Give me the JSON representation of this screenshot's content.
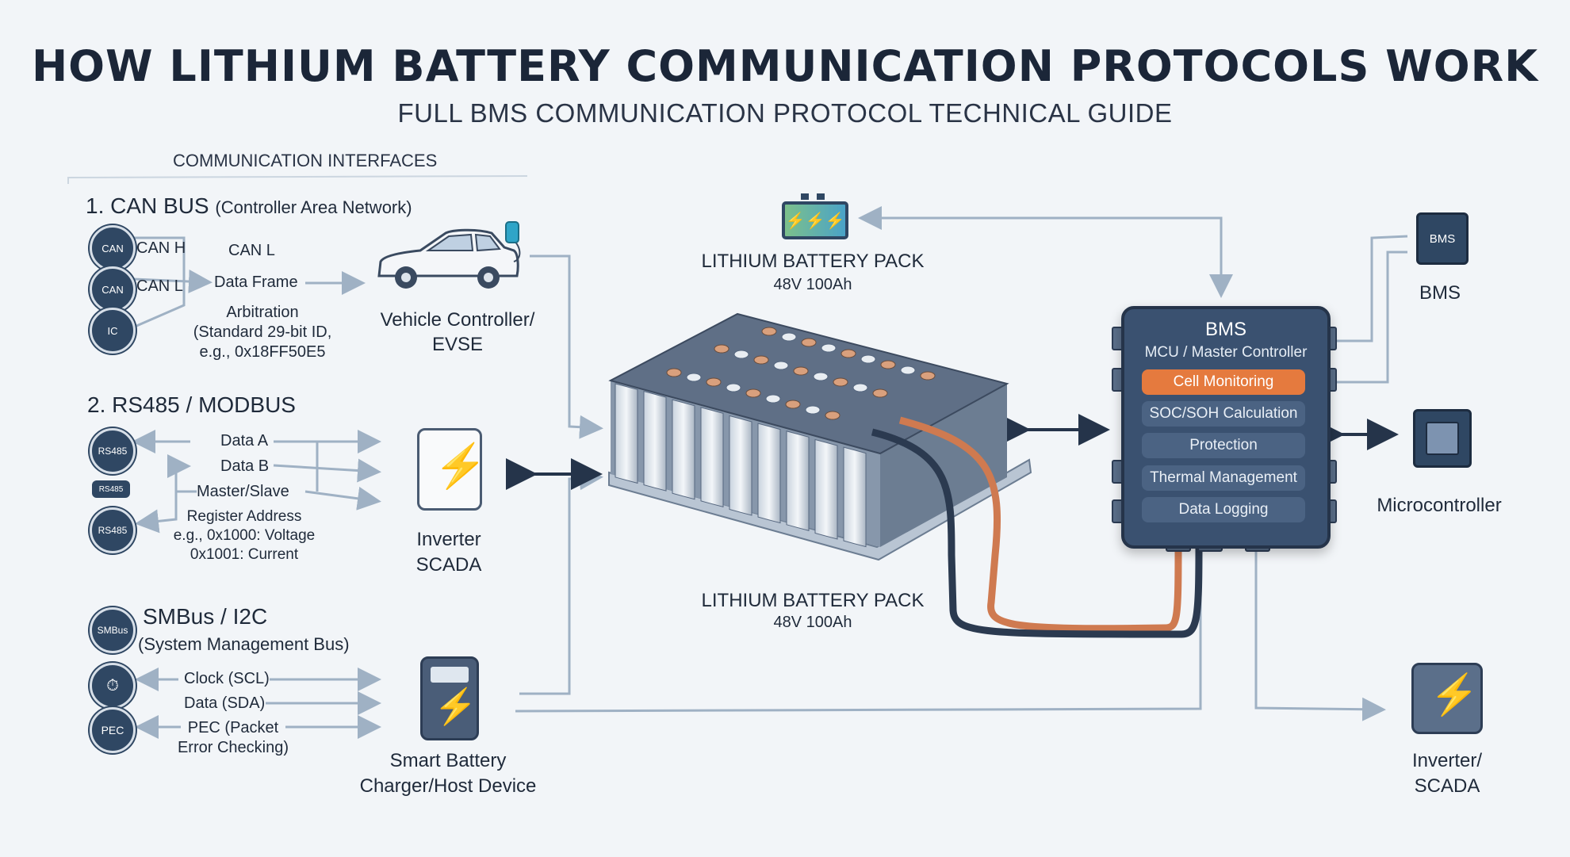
{
  "header": {
    "title": "HOW LITHIUM BATTERY COMMUNICATION PROTOCOLS WORK",
    "subtitle": "FULL BMS COMMUNICATION PROTOCOL TECHNICAL GUIDE"
  },
  "interfaces": {
    "section_label": "COMMUNICATION INTERFACES",
    "can": {
      "heading": "1. CAN BUS",
      "heading_sub": "(Controller Area Network)",
      "icons": [
        "CAN",
        "CAN",
        "IC"
      ],
      "can_h": "CAN H",
      "can_l": "CAN L",
      "can_l2": "CAN L",
      "data_frame": "Data Frame",
      "arbitration_1": "Arbitration",
      "arbitration_2": "(Standard 29-bit ID,",
      "arbitration_3": "e.g., 0x18FF50E5",
      "target_1": "Vehicle Controller/",
      "target_2": "EVSE"
    },
    "rs485": {
      "heading": "2. RS485 / MODBUS",
      "icons": [
        "RS485",
        "RS485",
        "RS485"
      ],
      "data_a": "Data A",
      "data_b": "Data B",
      "master_slave": "Master/Slave",
      "register_1": "Register Address",
      "register_2": "e.g., 0x1000: Voltage",
      "register_3": "0x1001: Current",
      "target_1": "Inverter",
      "target_2": "SCADA"
    },
    "smbus": {
      "heading": "SMBus / I2C",
      "heading_sub": "(System Management Bus)",
      "icons": [
        "SMBus",
        "PEC"
      ],
      "clock": "Clock (SCL)",
      "data": "Data (SDA)",
      "pec_1": "PEC (Packet",
      "pec_2": "Error Checking)",
      "target_1": "Smart Battery",
      "target_2": "Charger/Host Device"
    }
  },
  "pack": {
    "top_label": "LITHIUM BATTERY PACK",
    "top_spec": "48V 100Ah",
    "bottom_label": "LITHIUM BATTERY  PACK",
    "bottom_spec": "48V 100Ah"
  },
  "bms": {
    "title": "BMS",
    "subtitle": "MCU / Master Controller",
    "functions": [
      {
        "label": "Cell Monitoring",
        "active": true
      },
      {
        "label": "SOC/SOH Calculation",
        "active": false
      },
      {
        "label": "Protection",
        "active": false
      },
      {
        "label": "Thermal Management",
        "active": false
      },
      {
        "label": "Data Logging",
        "active": false
      }
    ]
  },
  "right": {
    "bms_chip_text": "BMS",
    "bms_label": "BMS",
    "micro_label": "Microcontroller",
    "inverter_1": "Inverter/",
    "inverter_2": "SCADA"
  },
  "colors": {
    "navy": "#2f4763",
    "accent_orange": "#e57a3e",
    "line": "#9fb1c4",
    "background": "#f2f5f8"
  }
}
